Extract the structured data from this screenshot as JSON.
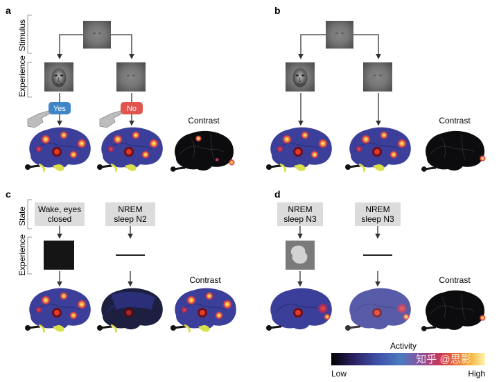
{
  "panels": {
    "a": {
      "letter": "a",
      "yes_label": "Yes",
      "no_label": "No",
      "contrast_label": "Contrast"
    },
    "b": {
      "letter": "b",
      "contrast_label": "Contrast"
    },
    "c": {
      "letter": "c",
      "state_left_line1": "Wake, eyes",
      "state_left_line2": "closed",
      "state_right_line1": "NREM",
      "state_right_line2": "sleep N2",
      "contrast_label": "Contrast"
    },
    "d": {
      "letter": "d",
      "state_left_line1": "NREM",
      "state_left_line2": "sleep N3",
      "state_right_line1": "NREM",
      "state_right_line2": "sleep N3",
      "contrast_label": "Contrast"
    }
  },
  "row_labels": {
    "stimulus": "Stimulus",
    "experience": "Experience",
    "state": "State"
  },
  "colorbar": {
    "title": "Activity",
    "low": "Low",
    "high": "High",
    "colors": [
      "#000000",
      "#2a1f5e",
      "#3f4fa8",
      "#4a7cc0",
      "#8a4f9c",
      "#c8385a",
      "#e8643a",
      "#f5b23a",
      "#fff4b0"
    ]
  },
  "watermark": "知乎 @思影"
}
